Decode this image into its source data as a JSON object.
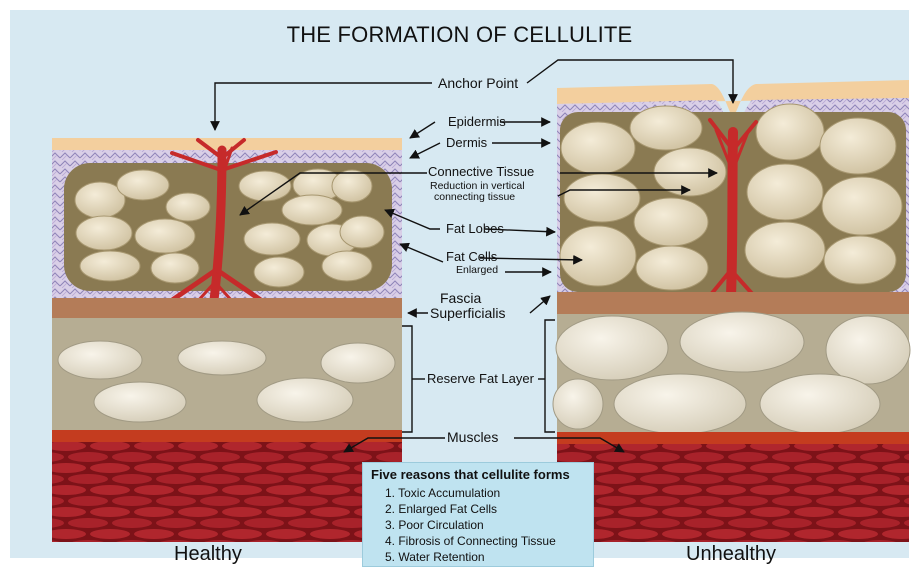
{
  "title": "THE FORMATION OF CELLULITE",
  "labels": {
    "anchor_point": "Anchor Point",
    "epidermis": "Epidermis",
    "dermis": "Dermis",
    "connective_tissue": "Connective Tissue",
    "reduction_line1": "Reduction in vertical",
    "reduction_line2": "connecting tissue",
    "fat_lobes": "Fat Lobes",
    "fat_cells": "Fat Cells",
    "enlarged": "Enlarged",
    "fascia_line1": "Fascia",
    "fascia_line2": "Superficialis",
    "reserve_fat_layer": "Reserve Fat Layer",
    "muscles": "Muscles"
  },
  "captions": {
    "healthy": "Healthy",
    "unhealthy": "Unhealthy"
  },
  "reasons": {
    "title": "Five reasons that cellulite forms",
    "items": [
      "1.  Toxic Accumulation",
      "2. Enlarged Fat Cells",
      "3. Poor Circulation",
      "4. Fibrosis of Connecting Tissue",
      "5. Water Retention"
    ]
  },
  "colors": {
    "background_panel": "#d7e9f2",
    "epidermis": "#f3cf9e",
    "dermis": "#cfc3e2",
    "fat_matrix": "#8a7a52",
    "fat_cell": "#e7dcc3",
    "fascia": "#b47c58",
    "reserve_fat": "#b6ad93",
    "muscle": "#9e1d24",
    "connective_tissue": "#c62a2a",
    "reasons_box": "#bfe3f0"
  }
}
